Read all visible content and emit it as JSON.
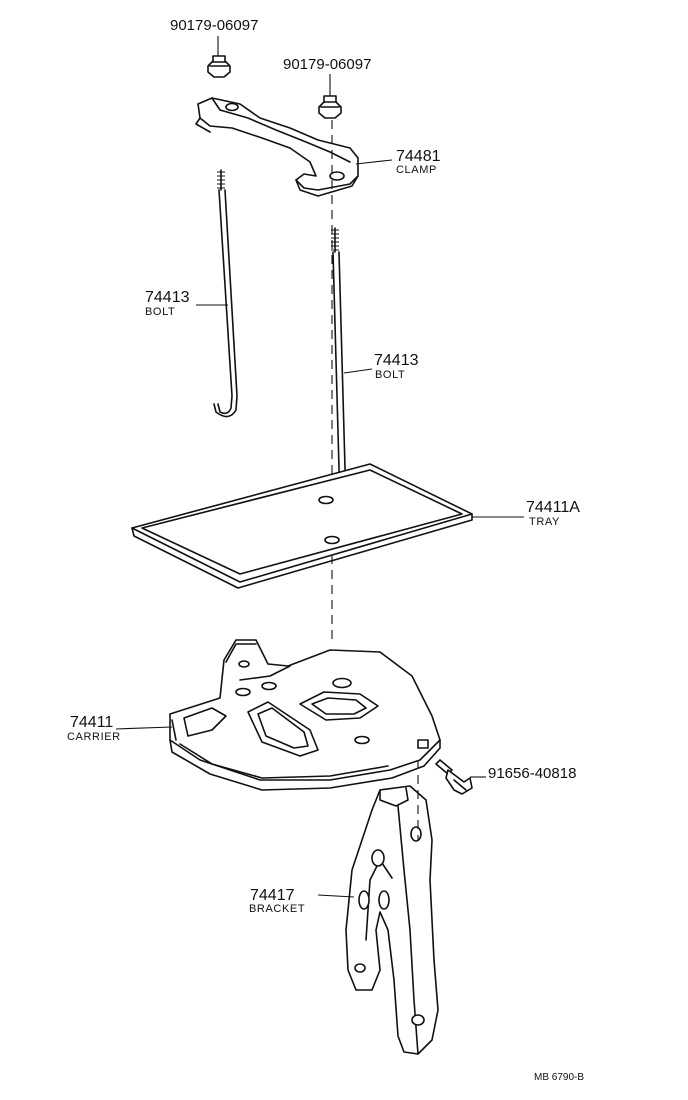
{
  "parts": {
    "nut_left": {
      "number": "90179-06097"
    },
    "nut_right": {
      "number": "90179-06097"
    },
    "clamp": {
      "number": "74481",
      "name": "CLAMP"
    },
    "bolt_left": {
      "number": "74413",
      "name": "BOLT"
    },
    "bolt_right": {
      "number": "74413",
      "name": "BOLT"
    },
    "tray": {
      "number": "74411A",
      "name": "TRAY"
    },
    "carrier": {
      "number": "74411",
      "name": "CARRIER"
    },
    "carrier_bolt": {
      "number": "91656-40818"
    },
    "bracket": {
      "number": "74417",
      "name": "BRACKET"
    }
  },
  "drawing_ref": "MB 6790-B"
}
